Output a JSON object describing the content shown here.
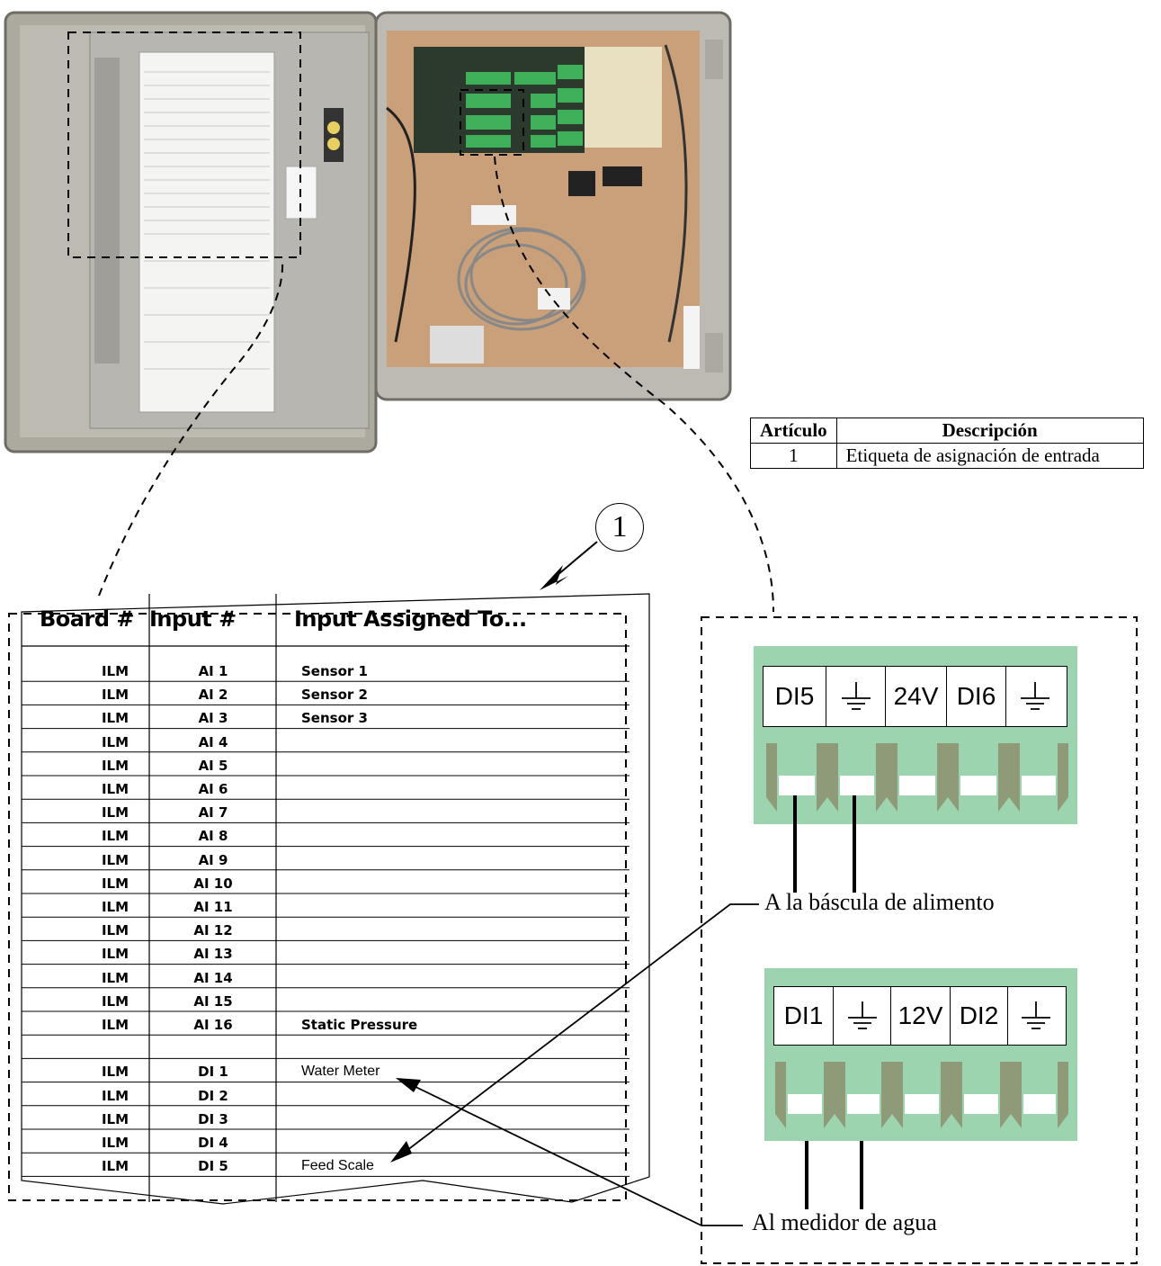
{
  "legend": {
    "headers": [
      "Artículo",
      "Descripción"
    ],
    "rows": [
      [
        "1",
        "Etiqueta de asignación de entrada"
      ]
    ]
  },
  "callout_number": "1",
  "sheet": {
    "headers": [
      "Board #",
      "Input #",
      "Input Assigned To..."
    ],
    "rows": [
      {
        "board": "ILM",
        "input": "AI 1",
        "assigned": "Sensor 1"
      },
      {
        "board": "ILM",
        "input": "AI 2",
        "assigned": "Sensor 2"
      },
      {
        "board": "ILM",
        "input": "AI 3",
        "assigned": "Sensor 3"
      },
      {
        "board": "ILM",
        "input": "AI 4",
        "assigned": ""
      },
      {
        "board": "ILM",
        "input": "AI 5",
        "assigned": ""
      },
      {
        "board": "ILM",
        "input": "AI 6",
        "assigned": ""
      },
      {
        "board": "ILM",
        "input": "AI 7",
        "assigned": ""
      },
      {
        "board": "ILM",
        "input": "AI 8",
        "assigned": ""
      },
      {
        "board": "ILM",
        "input": "AI 9",
        "assigned": ""
      },
      {
        "board": "ILM",
        "input": "AI 10",
        "assigned": ""
      },
      {
        "board": "ILM",
        "input": "AI 11",
        "assigned": ""
      },
      {
        "board": "ILM",
        "input": "AI 12",
        "assigned": ""
      },
      {
        "board": "ILM",
        "input": "AI 13",
        "assigned": ""
      },
      {
        "board": "ILM",
        "input": "AI 14",
        "assigned": ""
      },
      {
        "board": "ILM",
        "input": "AI 15",
        "assigned": ""
      },
      {
        "board": "ILM",
        "input": "AI 16",
        "assigned": "Static Pressure"
      },
      {
        "board": "",
        "input": "",
        "assigned": ""
      },
      {
        "board": "ILM",
        "input": "DI 1",
        "assigned": "Water Meter"
      },
      {
        "board": "ILM",
        "input": "DI 2",
        "assigned": ""
      },
      {
        "board": "ILM",
        "input": "DI 3",
        "assigned": ""
      },
      {
        "board": "ILM",
        "input": "DI 4",
        "assigned": ""
      },
      {
        "board": "ILM",
        "input": "DI 5",
        "assigned": "Feed Scale"
      }
    ]
  },
  "terminal_top": {
    "labels": [
      "DI5",
      "ground",
      "24V",
      "DI6",
      "ground"
    ],
    "note": "A la báscula de alimento"
  },
  "terminal_bottom": {
    "labels": [
      "DI1",
      "ground",
      "12V",
      "DI2",
      "ground"
    ],
    "note": "Al medidor de agua"
  },
  "colors": {
    "terminal_green": "#9bd4ae",
    "terminal_jaw": "#8f9a78",
    "enclosure_gray": "#b9b6ac",
    "backplate_tan": "#c9a07a"
  }
}
